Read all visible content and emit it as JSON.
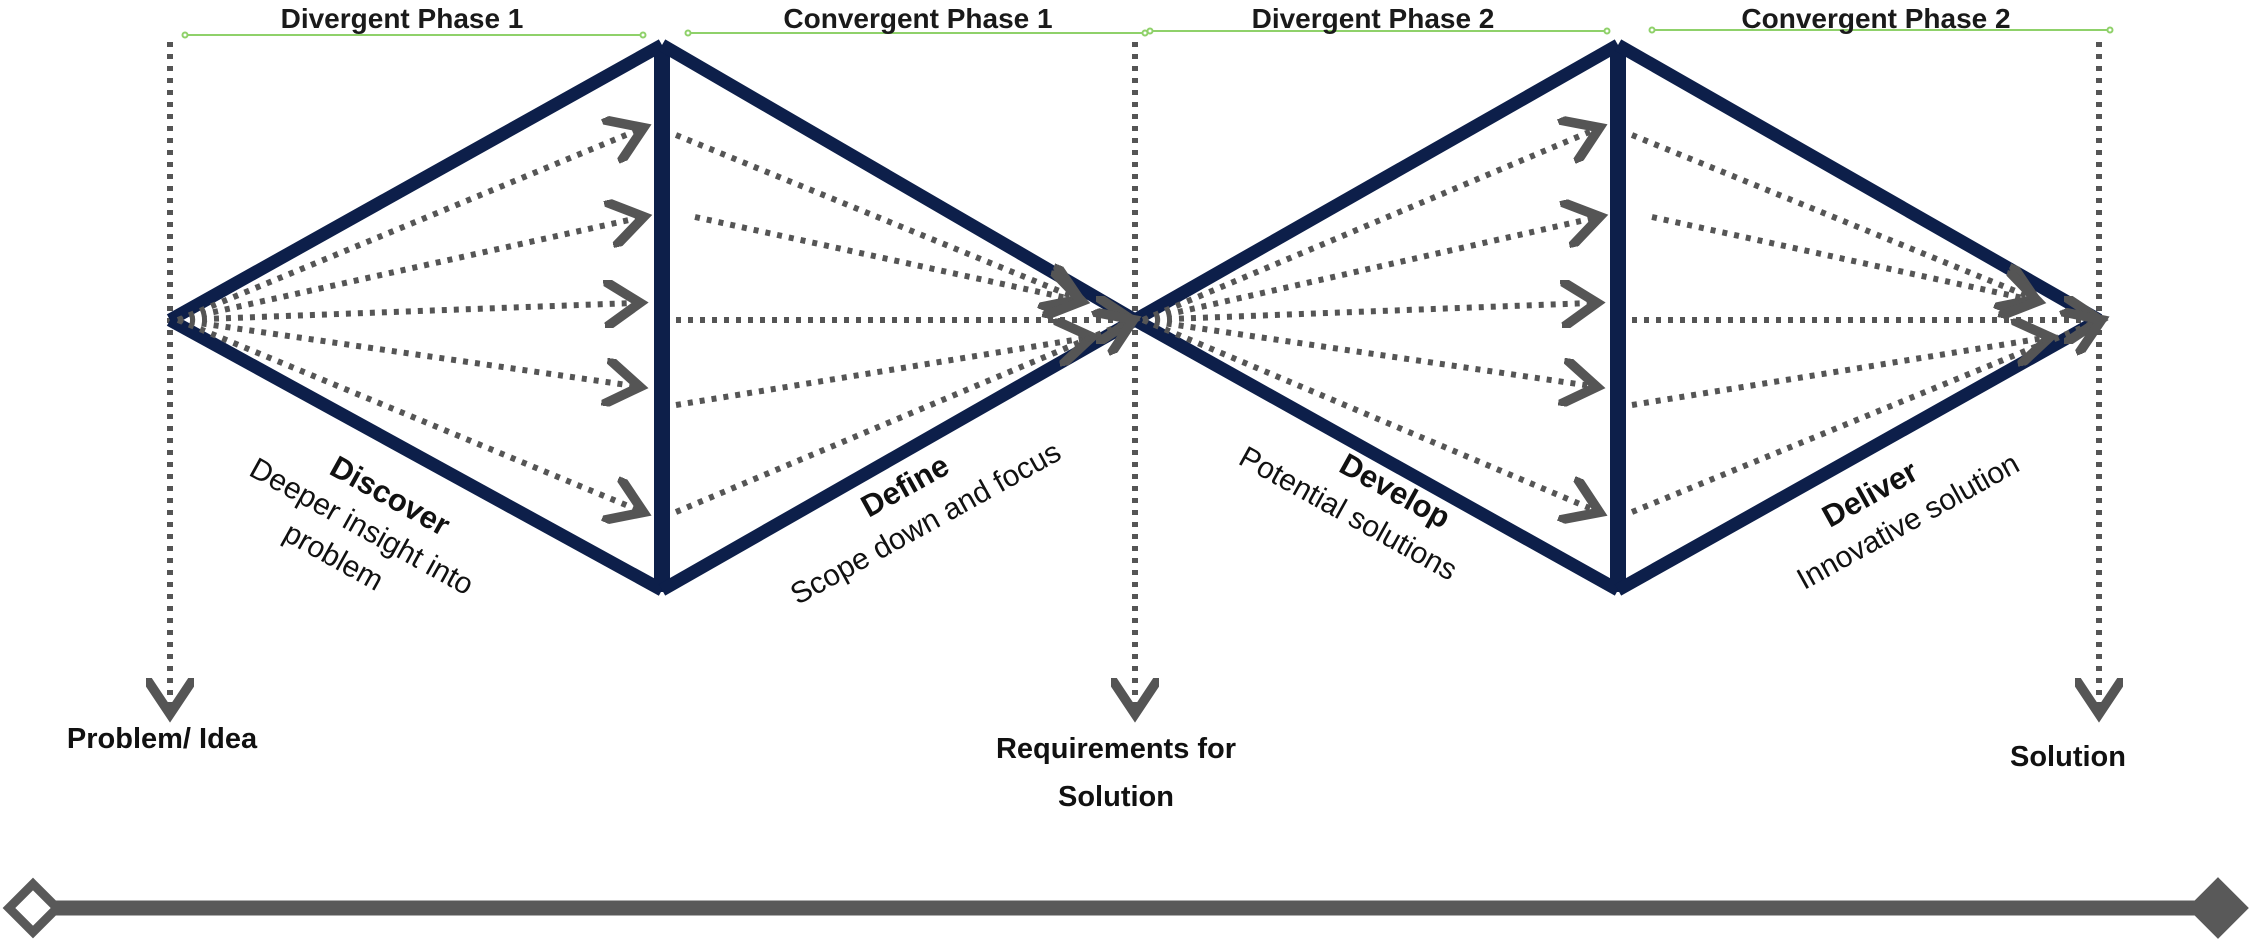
{
  "phases": {
    "divergent_1": "Divergent Phase 1",
    "convergent_1": "Convergent Phase 1",
    "divergent_2": "Divergent Phase 2",
    "convergent_2": "Convergent Phase 2"
  },
  "stages": {
    "discover": {
      "title": "Discover",
      "desc_line1": "Deeper insight into",
      "desc_line2": "problem"
    },
    "define": {
      "title": "Define",
      "desc_line1": "Scope down and focus"
    },
    "develop": {
      "title": "Develop",
      "desc_line1": "Potential solutions"
    },
    "deliver": {
      "title": "Deliver",
      "desc_line1": "Innovative solution"
    }
  },
  "milestones": {
    "start": "Problem/ Idea",
    "middle_line1": "Requirements for",
    "middle_line2": "Solution",
    "end": "Solution"
  },
  "colors": {
    "diamond_stroke": "#0d1f4a",
    "arrow": "#555555",
    "phase_bracket": "#8fd16a",
    "timeline": "#595959"
  }
}
